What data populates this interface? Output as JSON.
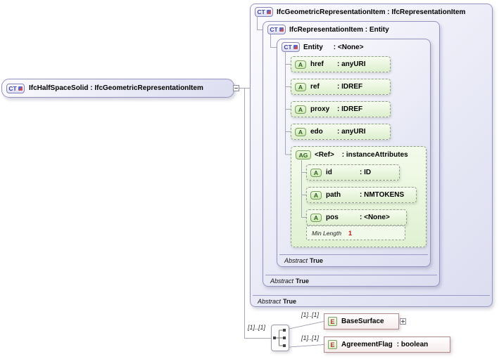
{
  "root_type": {
    "icon": "CT",
    "label": "IfcHalfSpaceSolid : IfcGeometricRepresentationItem"
  },
  "hierarchy": {
    "geometric_item": {
      "icon": "CT",
      "title": "IfcGeometricRepresentationItem : IfcRepresentationItem",
      "abstract_label": "Abstract",
      "abstract_value": "True"
    },
    "representation_item": {
      "icon": "CT",
      "title": "IfcRepresentationItem : Entity",
      "abstract_label": "Abstract",
      "abstract_value": "True"
    },
    "entity": {
      "icon": "CT",
      "name": "Entity",
      "type": ": <None>",
      "abstract_label": "Abstract",
      "abstract_value": "True",
      "attributes": [
        {
          "icon": "A",
          "name": "href",
          "type": ": anyURI"
        },
        {
          "icon": "A",
          "name": "ref",
          "type": ": IDREF"
        },
        {
          "icon": "A",
          "name": "proxy",
          "type": ": IDREF"
        },
        {
          "icon": "A",
          "name": "edo",
          "type": ": anyURI"
        }
      ],
      "attribute_group": {
        "icon": "AG",
        "name": "<Ref>",
        "type": ": instanceAttributes",
        "attributes": [
          {
            "icon": "A",
            "name": "id",
            "type": ": ID"
          },
          {
            "icon": "A",
            "name": "path",
            "type": ": NMTOKENS"
          },
          {
            "icon": "A",
            "name": "pos",
            "type": ": <None>"
          }
        ],
        "facet": {
          "label": "Min Length",
          "value": "1"
        }
      }
    }
  },
  "content_model": {
    "compositor_cardinality": "[1]..[1]",
    "elements": [
      {
        "icon": "E",
        "cardinality": "[1]..[1]",
        "name": "BaseSurface",
        "type": ""
      },
      {
        "icon": "E",
        "cardinality": "[1]..[1]",
        "name": "AgreementFlag",
        "type": ": boolean"
      }
    ]
  }
}
